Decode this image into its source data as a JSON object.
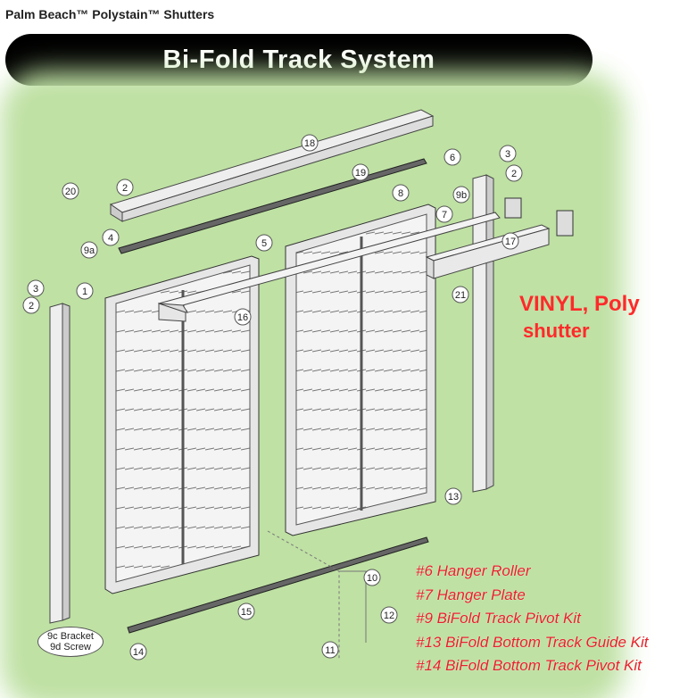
{
  "header": {
    "brand": "Palm Beach™ Polystain™ Shutters",
    "title": "Bi-Fold Track System"
  },
  "diagram": {
    "callouts": [
      "18",
      "3",
      "6",
      "19",
      "2",
      "20",
      "2",
      "8",
      "9b",
      "7",
      "4",
      "5",
      "9a",
      "17",
      "3",
      "1",
      "21",
      "2",
      "16",
      "13",
      "10",
      "15",
      "12",
      "11",
      "14"
    ],
    "bracket_note": {
      "line1": "9c Bracket",
      "line2": "9d Screw"
    },
    "overlay_text": {
      "line1": "VINYL, Poly",
      "line2": "shutter"
    },
    "legend": [
      "#6 Hanger Roller",
      "#7 Hanger Plate",
      "#9 BiFold Track Pivot Kit",
      "#13 BiFold Bottom Track Guide Kit",
      "#14 BiFold Bottom Track Pivot Kit"
    ],
    "colors": {
      "background_glow": "#bfe1a4",
      "legend_red": "#e8202a",
      "overlay_red": "#ff2a2a",
      "banner": "#000000"
    }
  }
}
